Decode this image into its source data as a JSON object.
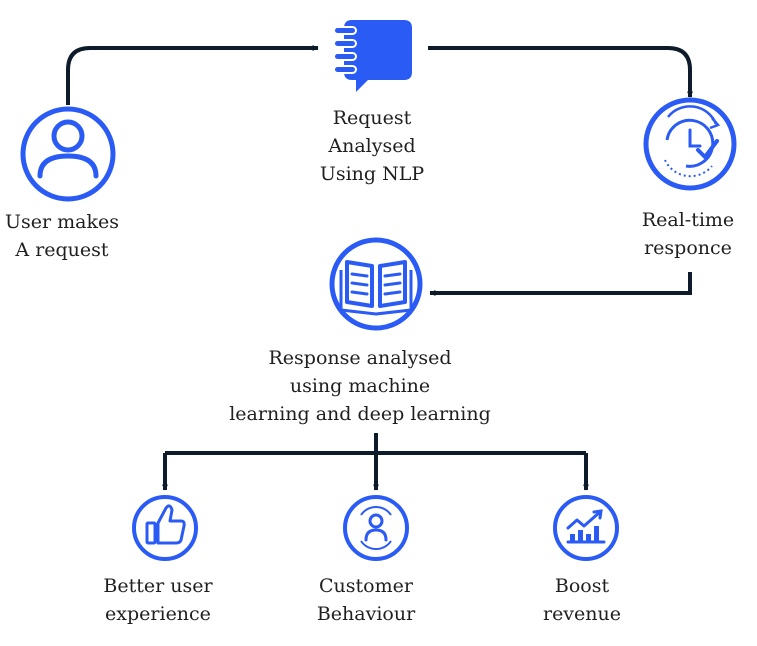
{
  "colors": {
    "accent": "#2b5bf5",
    "connector": "#0d1b2a",
    "text": "#1f1f1f",
    "background": "#ffffff"
  },
  "nodes": {
    "user": {
      "icon": "user-icon",
      "lines": [
        "User makes",
        "A request"
      ]
    },
    "nlp": {
      "icon": "chat-notebook-icon",
      "lines": [
        "Request",
        "Analysed",
        "Using NLP"
      ]
    },
    "realtime": {
      "icon": "clock-check-icon",
      "lines": [
        "Real-time",
        "responce"
      ]
    },
    "ml": {
      "icon": "open-book-icon",
      "lines": [
        "Response analysed",
        "using machine",
        "learning and deep learning"
      ]
    },
    "ux": {
      "icon": "thumbs-up-icon",
      "lines": [
        "Better user",
        "experience"
      ]
    },
    "behaviour": {
      "icon": "customer-cycle-icon",
      "lines": [
        "Customer",
        "Behaviour"
      ]
    },
    "revenue": {
      "icon": "growth-chart-icon",
      "lines": [
        "Boost",
        "revenue"
      ]
    }
  }
}
